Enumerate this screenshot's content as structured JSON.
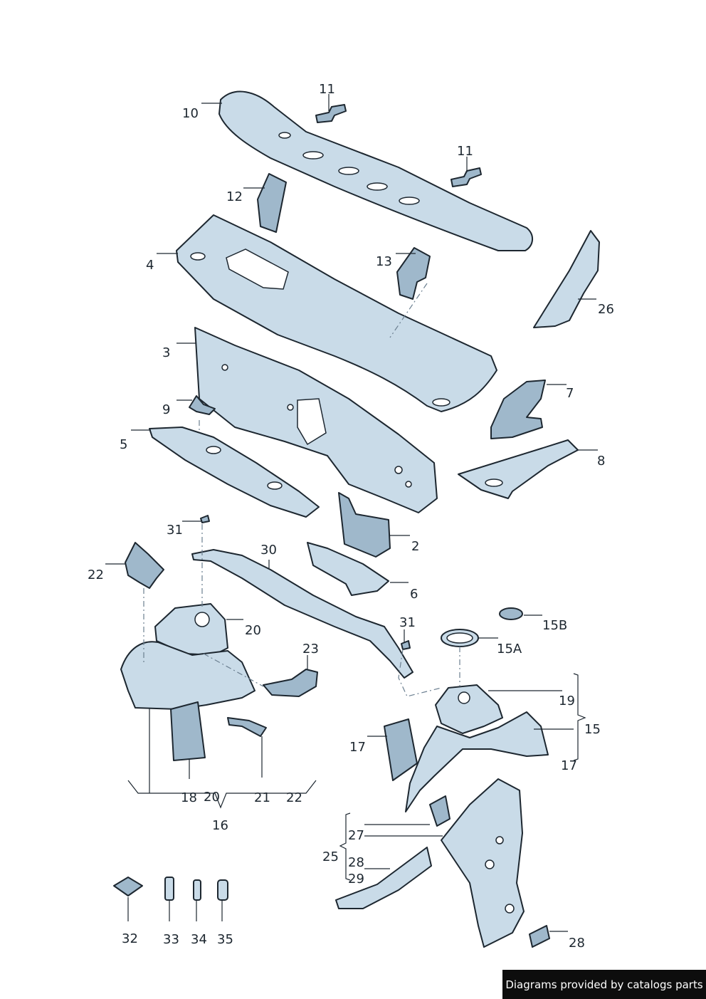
{
  "callouts": {
    "c10": "10",
    "c11a": "11",
    "c11b": "11",
    "c12": "12",
    "c4": "4",
    "c13": "13",
    "c26": "26",
    "c3": "3",
    "c7": "7",
    "c9": "9",
    "c5": "5",
    "c8": "8",
    "c31a": "31",
    "c2": "2",
    "c30": "30",
    "c22a": "22",
    "c6": "6",
    "c20a": "20",
    "c31b": "31",
    "c15B": "15B",
    "c15A": "15A",
    "c23": "23",
    "c19": "19",
    "c15": "15",
    "c17a": "17",
    "c17b": "17",
    "c18": "18",
    "c20b": "20",
    "c21": "21",
    "c22b": "22",
    "c16": "16",
    "c27": "27",
    "c25": "25",
    "c28a": "28",
    "c29": "29",
    "c28b": "28",
    "c32": "32",
    "c33": "33",
    "c34": "34",
    "c35": "35"
  },
  "footer": {
    "credit": "Diagrams provided by catalogs parts"
  },
  "colors": {
    "part_fill": "#c9dbe8",
    "part_shade": "#9fb8cb",
    "outline": "#1d2730",
    "credit_bg": "#0d0d0d"
  }
}
